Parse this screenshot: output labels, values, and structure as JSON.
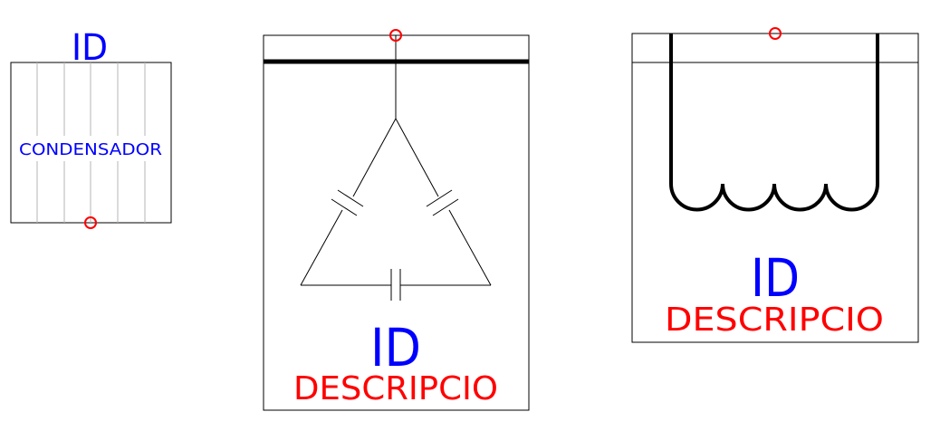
{
  "symbols": {
    "capacitor_block": {
      "id": "ID",
      "label": "CONDENSADOR"
    },
    "capacitor_delta": {
      "id": "ID",
      "description": "DESCRIPCIO"
    },
    "inductor": {
      "id": "ID",
      "description": "DESCRIPCIO"
    }
  },
  "colors": {
    "id_text": "#0000ff",
    "description_text": "#ff0000",
    "connection_point": "#ff0000",
    "line": "#000000",
    "hatch": "#b4b4b4"
  }
}
